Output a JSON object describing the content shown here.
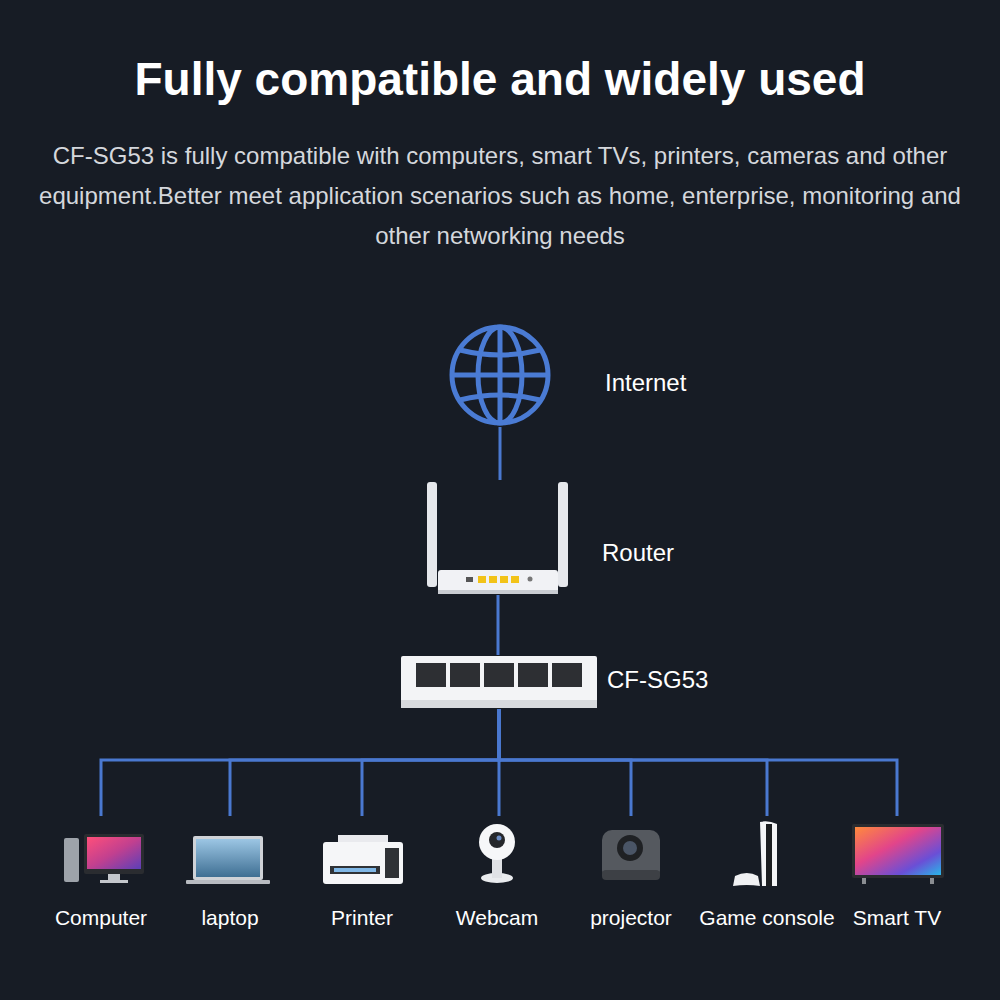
{
  "diagram": {
    "title": "Fully compatible and widely used",
    "nodes": [
      {
        "text": [
          "Internet"
        ]
      },
      {
        "text": [
          "Router"
        ]
      },
      {
        "text": [
          "CF-SG53"
        ]
      },
      {
        "text": [
          "Computer"
        ]
      },
      {
        "text": [
          "laptop"
        ]
      },
      {
        "text": [
          "Printer"
        ]
      },
      {
        "text": [
          "Webcam"
        ]
      },
      {
        "text": [
          "projector"
        ]
      },
      {
        "text": [
          "Game console"
        ]
      },
      {
        "text": [
          "Smart TV"
        ]
      }
    ],
    "edges": [
      {
        "from": 0,
        "to": 1,
        "arrow": "none"
      },
      {
        "from": 1,
        "to": 2,
        "arrow": "none"
      },
      {
        "from": 2,
        "to": 3,
        "arrow": "none"
      },
      {
        "from": 2,
        "to": 4,
        "arrow": "none"
      },
      {
        "from": 2,
        "to": 5,
        "arrow": "none"
      },
      {
        "from": 2,
        "to": 6,
        "arrow": "none"
      },
      {
        "from": 2,
        "to": 7,
        "arrow": "none"
      },
      {
        "from": 2,
        "to": 8,
        "arrow": "none"
      },
      {
        "from": 2,
        "to": 9,
        "arrow": "none"
      }
    ],
    "labels": [
      "CF-SG53 is fully compatible with computers, smart TVs, printers, cameras and other equipment.Better meet application scenarios such as home, enterprise, monitoring and other networking needs"
    ]
  }
}
